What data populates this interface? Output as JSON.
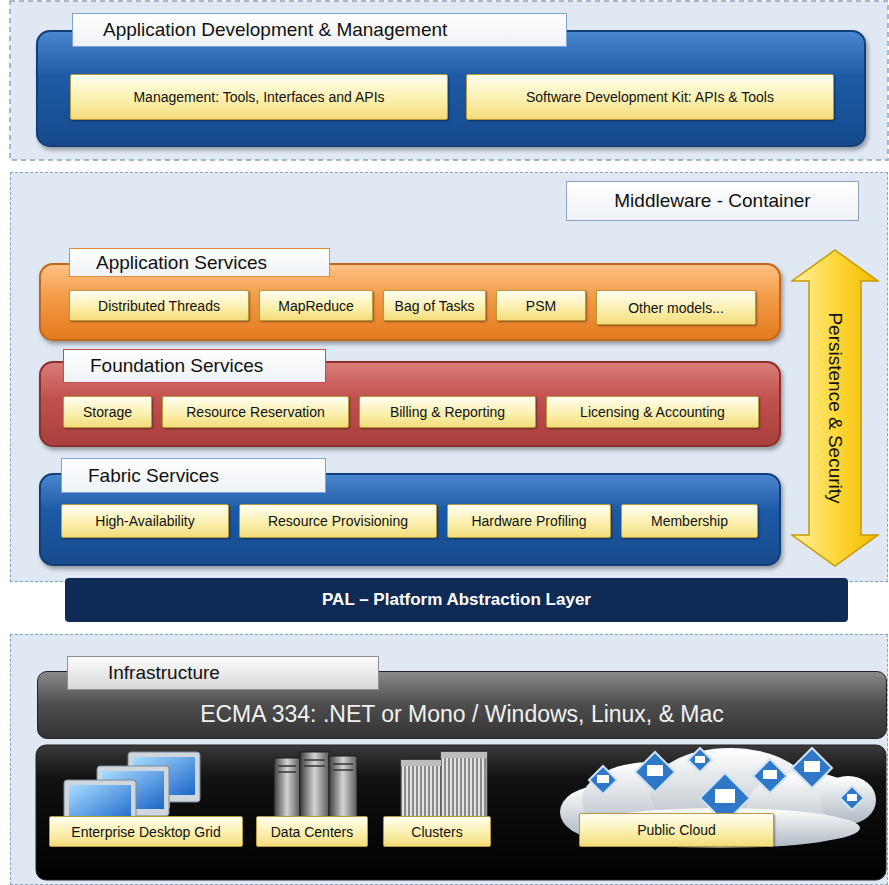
{
  "diagram": {
    "nodes": [
      {
        "text": [
          "Application Development & Management"
        ]
      },
      {
        "text": [
          "Management: Tools, Interfaces and APIs"
        ],
        "in": 0
      },
      {
        "text": [
          "Software Development Kit: APIs & Tools"
        ],
        "in": 0
      },
      {
        "text": [
          "Middleware - Container"
        ]
      },
      {
        "text": [
          "Application Services"
        ],
        "in": 3
      },
      {
        "text": [
          "Distributed Threads"
        ],
        "in": 4
      },
      {
        "text": [
          "MapReduce"
        ],
        "in": 4
      },
      {
        "text": [
          "Bag of Tasks"
        ],
        "in": 4
      },
      {
        "text": [
          "PSM"
        ],
        "in": 4
      },
      {
        "text": [
          "Other models..."
        ],
        "in": 4
      },
      {
        "text": [
          "Foundation Services"
        ],
        "in": 3
      },
      {
        "text": [
          "Storage"
        ],
        "in": 10
      },
      {
        "text": [
          "Resource Reservation"
        ],
        "in": 10
      },
      {
        "text": [
          "Billing & Reporting"
        ],
        "in": 10
      },
      {
        "text": [
          "Licensing & Accounting"
        ],
        "in": 10
      },
      {
        "text": [
          "Fabric Services"
        ],
        "in": 3
      },
      {
        "text": [
          "High-Availability"
        ],
        "in": 15
      },
      {
        "text": [
          "Resource Provisioning"
        ],
        "in": 15
      },
      {
        "text": [
          "Hardware Profiling"
        ],
        "in": 15
      },
      {
        "text": [
          "Membership"
        ],
        "in": 15
      },
      {
        "text": [
          "Persistence & Security"
        ],
        "in": 3
      },
      {
        "text": [
          "PAL – Platform Abstraction Layer"
        ]
      },
      {
        "text": [
          "Infrastructure"
        ]
      },
      {
        "text": [
          "ECMA 334: .NET or Mono / Windows, Linux, & Mac"
        ],
        "in": 22
      },
      {
        "text": [
          "Enterprise Desktop Grid"
        ],
        "in": 22
      },
      {
        "text": [
          "Data Centers"
        ],
        "in": 22
      },
      {
        "text": [
          "Clusters"
        ],
        "in": 22
      },
      {
        "text": [
          "Public Cloud"
        ],
        "in": 22
      }
    ]
  }
}
